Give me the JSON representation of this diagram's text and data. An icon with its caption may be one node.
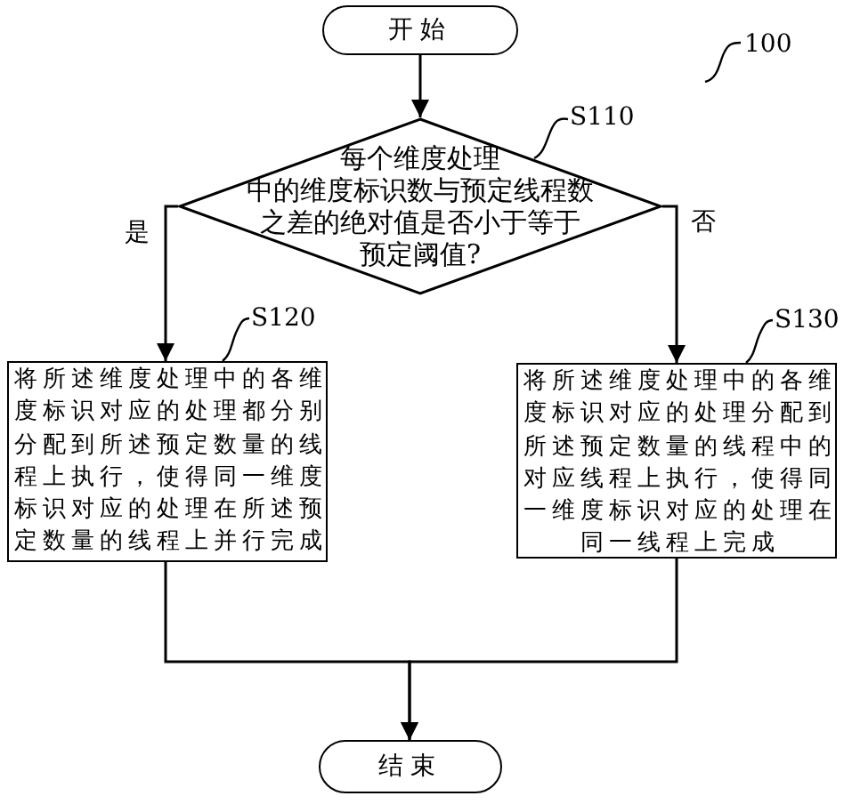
{
  "diagram": {
    "nodes": [
      {
        "text": [
          "开始"
        ]
      },
      {
        "text": [
          "每个维度处理中的维度标识数与预定线程数之差的绝对值是否小于等于预定阈值?"
        ]
      },
      {
        "text": [
          "将所述维度处理中的各维度标识对应的处理都分别分配到所述预定数量的线程上执行，使得同一维度标识对应的处理在所述预定数量的线程上并行完成"
        ]
      },
      {
        "text": [
          "将所述维度处理中的各维度标识对应的处理分配到所述预定数量的线程中的对应线程上执行，使得同一维度标识对应的处理在同一线程上完成"
        ]
      },
      {
        "text": [
          "结束"
        ]
      },
      {
        "text": [
          "S110"
        ]
      },
      {
        "text": [
          "S120"
        ]
      },
      {
        "text": [
          "S130"
        ]
      }
    ],
    "edges": [
      {
        "from": 0,
        "to": 1,
        "arrow": "to"
      },
      {
        "from": 1,
        "to": 2,
        "arrow": "to",
        "label": "是"
      },
      {
        "from": 1,
        "to": 3,
        "arrow": "to",
        "label": "否"
      },
      {
        "from": 2,
        "to": 4,
        "arrow": "to"
      },
      {
        "from": 3,
        "to": 4,
        "arrow": "to"
      },
      {
        "from": 5,
        "to": 1,
        "arrow": "none"
      },
      {
        "from": 6,
        "to": 2,
        "arrow": "none"
      },
      {
        "from": 7,
        "to": 3,
        "arrow": "none"
      }
    ],
    "labels": [
      "100"
    ]
  }
}
